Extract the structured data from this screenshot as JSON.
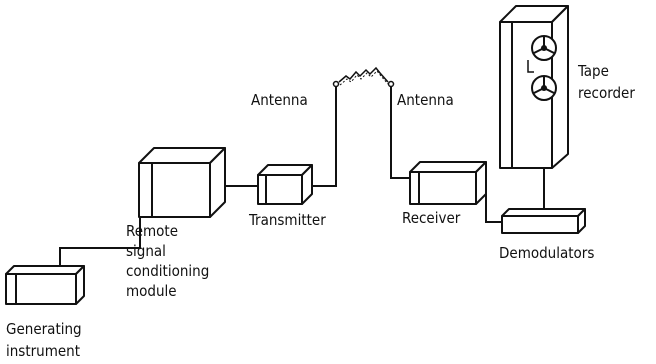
{
  "labels": {
    "generating_instrument": [
      "Generating",
      "instrument"
    ],
    "remote_module": [
      "Remote",
      "signal",
      "conditioning",
      "module"
    ],
    "transmitter": "Transmitter",
    "antenna_left": "Antenna",
    "antenna_right": "Antenna",
    "receiver": "Receiver",
    "demodulators": "Demodulators",
    "tape_recorder": [
      "Tape",
      "recorder"
    ]
  }
}
